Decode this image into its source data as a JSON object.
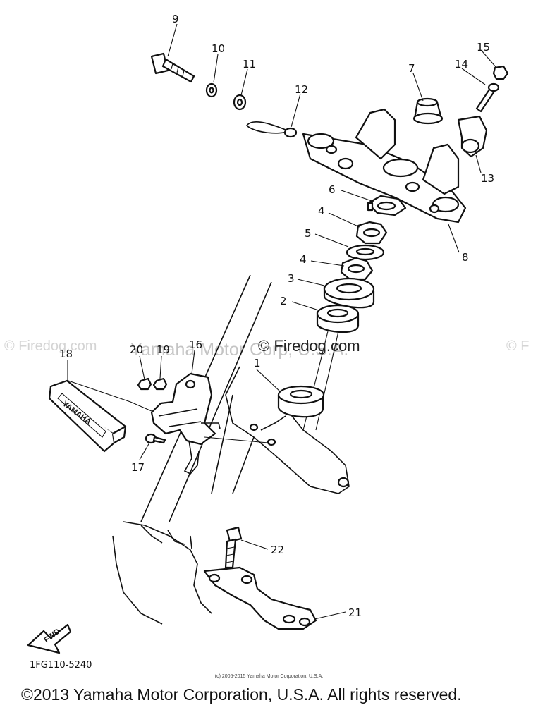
{
  "watermarks": {
    "center": "© Firedog.com",
    "corp": "Yamaha Motor Corp, U.S.A.",
    "side_left": "© Firedog.com",
    "side_right": "© F"
  },
  "diagram": {
    "code": "1FG110-5240",
    "small_copyright": "(c) 2005-2015 Yamaha Motor Corporation, U.S.A.",
    "footer_copyright": "©2013 Yamaha Motor Corporation, U.S.A. All rights reserved.",
    "fwd_label": "FWD",
    "emblem_text": "YAMAHA",
    "callouts": [
      "9",
      "10",
      "11",
      "12",
      "7",
      "14",
      "15",
      "13",
      "6",
      "4",
      "5",
      "4",
      "3",
      "2",
      "8",
      "1",
      "20",
      "19",
      "16",
      "18",
      "17",
      "22",
      "21"
    ]
  }
}
